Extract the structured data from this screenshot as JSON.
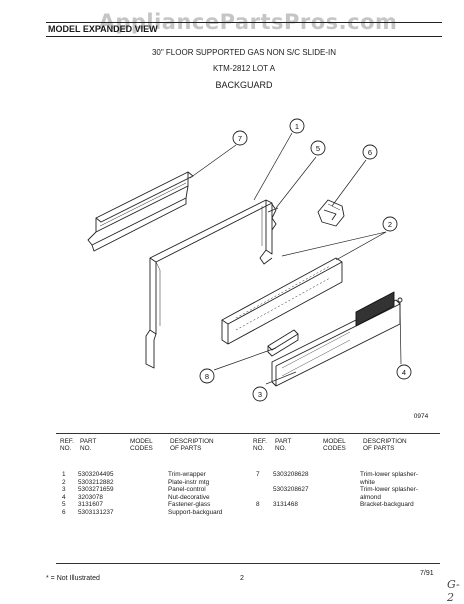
{
  "watermark": "AppliancePartsPros.com",
  "header": {
    "tag": "MODEL EXPANDED VIEW",
    "title_line1": "30\" FLOOR SUPPORTED GAS NON S/C SLIDE-IN",
    "title_line2": "KTM-2812 LOT A",
    "title_line3": "BACKGUARD"
  },
  "diagram": {
    "callouts": [
      "1",
      "2",
      "3",
      "4",
      "5",
      "6",
      "7",
      "8"
    ],
    "drawing_number": "0974"
  },
  "parts_table": {
    "headers": {
      "ref": "REF.\nNO.",
      "part": "PART\nNO.",
      "model": "MODEL\nCODES",
      "desc": "DESCRIPTION\nOF PARTS"
    },
    "left_rows": [
      {
        "ref": "1",
        "part": "5303204495",
        "desc": "Trim-wrapper"
      },
      {
        "ref": "2",
        "part": "5303212882",
        "desc": "Plate-instr mtg"
      },
      {
        "ref": "3",
        "part": "5303271659",
        "desc": "Panel-control"
      },
      {
        "ref": "4",
        "part": "3203078",
        "desc": "Nut-decorative"
      },
      {
        "ref": "5",
        "part": "3131607",
        "desc": "Fastener-glass"
      },
      {
        "ref": "6",
        "part": "5303131237",
        "desc": "Support-backguard"
      }
    ],
    "right_rows": [
      {
        "ref": "7",
        "part": "5303208628",
        "desc": "Trim-lower splasher-\nwhite"
      },
      {
        "ref": "",
        "part": "5303208627",
        "desc": "Trim-lower splasher-\nalmond"
      },
      {
        "ref": "8",
        "part": "3131468",
        "desc": "Bracket-backguard"
      }
    ]
  },
  "footer": {
    "note": "* = Not Illustrated",
    "page": "2",
    "date": "7/91",
    "corner_mark": "G-2"
  }
}
